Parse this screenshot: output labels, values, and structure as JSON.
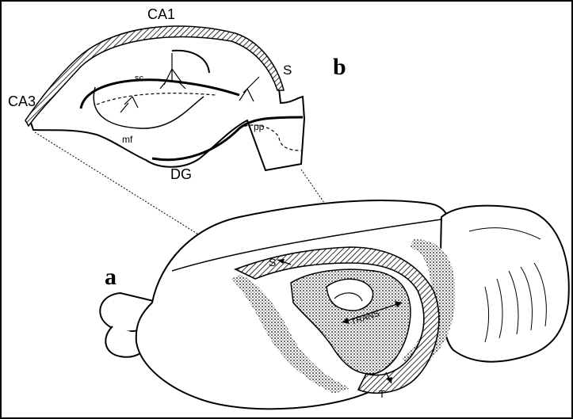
{
  "panels": {
    "a": "a",
    "b": "b"
  },
  "hippocampus_labels": {
    "ca1": "CA1",
    "ca3": "CA3",
    "s": "S",
    "sc": "sc",
    "mf": "mf",
    "pp": "pp",
    "dg": "DG"
  },
  "brain_labels": {
    "s": "S",
    "trans": "TRANS",
    "t": "T"
  },
  "colors": {
    "ink": "#000000",
    "paper": "#ffffff"
  }
}
